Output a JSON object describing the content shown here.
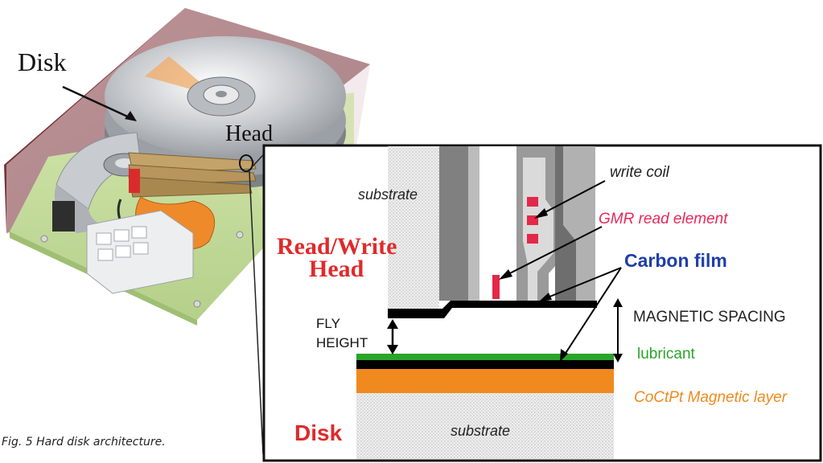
{
  "overview": {
    "disk_label": "Disk",
    "head_label": "Head"
  },
  "inset": {
    "substrate_top": "substrate",
    "write_coil": "write coil",
    "gmr_read": "GMR read element",
    "rw_head_line1": "Read/Write",
    "rw_head_line2": "Head",
    "carbon_film": "Carbon film",
    "magnetic_spacing": "MAGNETIC SPACING",
    "fly_line1": "FLY",
    "fly_line2": "HEIGHT",
    "lubricant": "lubricant",
    "magnetic_layer": "CoCtPt Magnetic layer",
    "disk": "Disk",
    "substrate_bottom": "substrate"
  },
  "caption": "Fig. 5 Hard disk architecture.",
  "colors": {
    "red_label": "#e02a2a",
    "pink_label": "#e8285a",
    "carbon_blue": "#1f3ea8",
    "lubricant_green": "#2aa52a",
    "magnetic_orange": "#f08a1e"
  },
  "icons": [
    "hard-disk-drive-illustration",
    "head-zoom-circle"
  ]
}
